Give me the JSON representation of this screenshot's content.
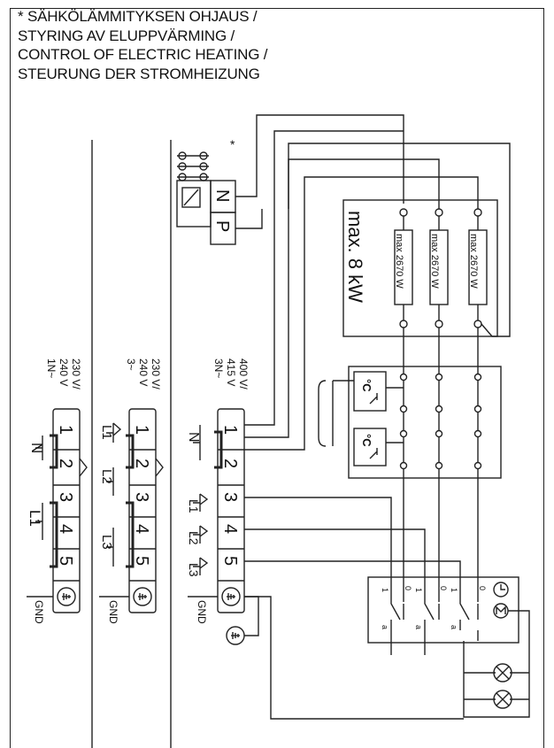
{
  "title": {
    "line1": "* SÄHKÖLÄMMITYKSEN OHJAUS /",
    "line2": "STYRING AV ELUPPVÄRMING /",
    "line3": "CONTROL OF ELECTRIC HEATING /",
    "line4": "STEURUNG DER STROMHEIZUNG"
  },
  "supply": {
    "single_phase": [
      "230 V/",
      "240 V",
      "1N~"
    ],
    "three_phase": [
      "230 V/",
      "240 V",
      "3~"
    ],
    "three_phase_n": [
      "400 V/",
      "415 V",
      "3N~"
    ]
  },
  "terminals": [
    "1",
    "2",
    "3",
    "4",
    "5"
  ],
  "labels": {
    "n": "N",
    "l1": "L1",
    "l2": "L2",
    "l3": "L3",
    "gnd": "GND",
    "n_term": "N",
    "p_term": "P",
    "star": "*",
    "max_power": "max. 8 kW",
    "heater": "max 2670 W",
    "thermostat": "°C",
    "relay_a": "a",
    "relay_0": "0",
    "relay_1": "1"
  }
}
